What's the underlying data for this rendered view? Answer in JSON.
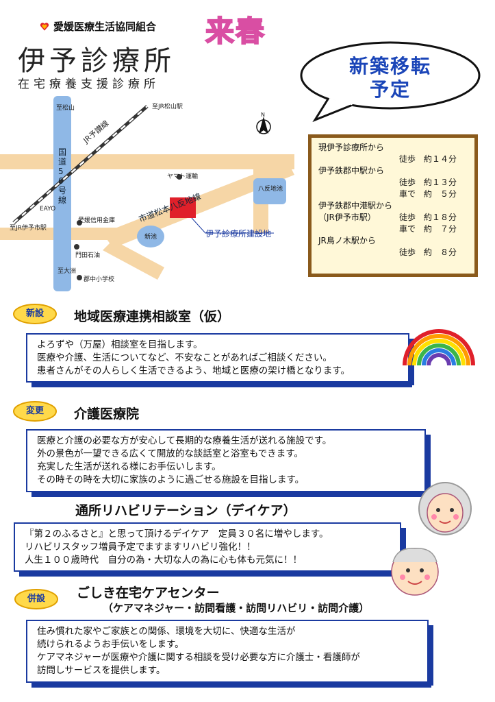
{
  "header": {
    "org_name": "愛媛医療生活協同組合",
    "clinic_name": "伊予診療所",
    "clinic_subtitle": "在宅療養支援診療所",
    "spring": "来春",
    "bubble_line1": "新築移転",
    "bubble_line2": "予定"
  },
  "map": {
    "to_matsuyama": "至松山",
    "to_jr_matsuyama": "至JR松山駅",
    "jr_yosan_line": "JR予讃線",
    "national_road": "国道56号線",
    "yamato": "ヤマト運輸",
    "hatan_pond": "八反地池",
    "eayo": "EAYO",
    "to_jr_iyoshi": "至JR伊予市駅",
    "ehime_shinkin": "愛媛信用金庫",
    "prefectural_road": "市道松本八反地線",
    "shin_pond": "新池",
    "construction_site": "伊予診療所建設地",
    "monden_oil": "門田石油",
    "to_ozu": "至大洲",
    "gunchu_school": "郡中小学校",
    "north": "N"
  },
  "access": {
    "lines": [
      {
        "label": "現伊予診療所から",
        "detail": ""
      },
      {
        "label": "",
        "detail": "徒歩　約１４分"
      },
      {
        "label": "伊予鉄郡中駅から",
        "detail": ""
      },
      {
        "label": "",
        "detail": "徒歩　約１３分"
      },
      {
        "label": "",
        "detail": "車で　約　５分"
      },
      {
        "label": "伊予鉄郡中港駅から",
        "detail": ""
      },
      {
        "label": "（JR伊予市駅）",
        "detail": "徒歩　約１８分"
      },
      {
        "label": "",
        "detail": "車で　約　７分"
      },
      {
        "label": "JR鳥ノ木駅から",
        "detail": ""
      },
      {
        "label": "",
        "detail": "徒歩　約　８分"
      }
    ]
  },
  "sections": [
    {
      "badge": "新設",
      "title": "地域医療連携相談室（仮）",
      "lines": [
        "よろずや（万屋）相談室を目指します。",
        "医療や介護、生活についてなど、不安なことがあればご相談ください。",
        "患者さんがその人らしく生活できるよう、地域と医療の架け橋となります。"
      ]
    },
    {
      "badge": "変更",
      "title": "介護医療院",
      "lines": [
        "医療と介護の必要な方が安心して長期的な療養生活が送れる施設です。",
        "外の景色が一望できる広くて開放的な談話室と浴室もできます。",
        "充実した生活が送れる様にお手伝いします。",
        "その時その時を大切に家族のように過ごせる施設を目指します。"
      ]
    },
    {
      "badge": "",
      "title": "通所リハビリテーション（デイケア）",
      "lines": [
        "『第２のふるさと』と思って頂けるデイケア　定員３０名に増やします。",
        "リハビリスタッフ増員予定でますますリハビリ強化！！",
        "人生１００歳時代　自分の為・大切な人の為に心も体も元気に！！"
      ]
    },
    {
      "badge": "併設",
      "title": "ごしき在宅ケアセンター",
      "subtitle": "（ケアマネジャー・訪問看護・訪問リハビリ・訪問介護）",
      "lines": [
        "住み慣れた家やご家族との関係、環境を大切に、快適な生活が",
        "続けられるようお手伝いをします。",
        "ケアマネジャーが医療や介護に関する相談を受け必要な方に介護士・看護師が",
        "訪問しサービスを提供します。"
      ]
    }
  ],
  "colors": {
    "accent_blue": "#1a3aa0",
    "badge_yellow": "#ffd94a",
    "road": "#f6d6a6",
    "river": "#8fb8e6",
    "site_red": "#e0202a"
  }
}
